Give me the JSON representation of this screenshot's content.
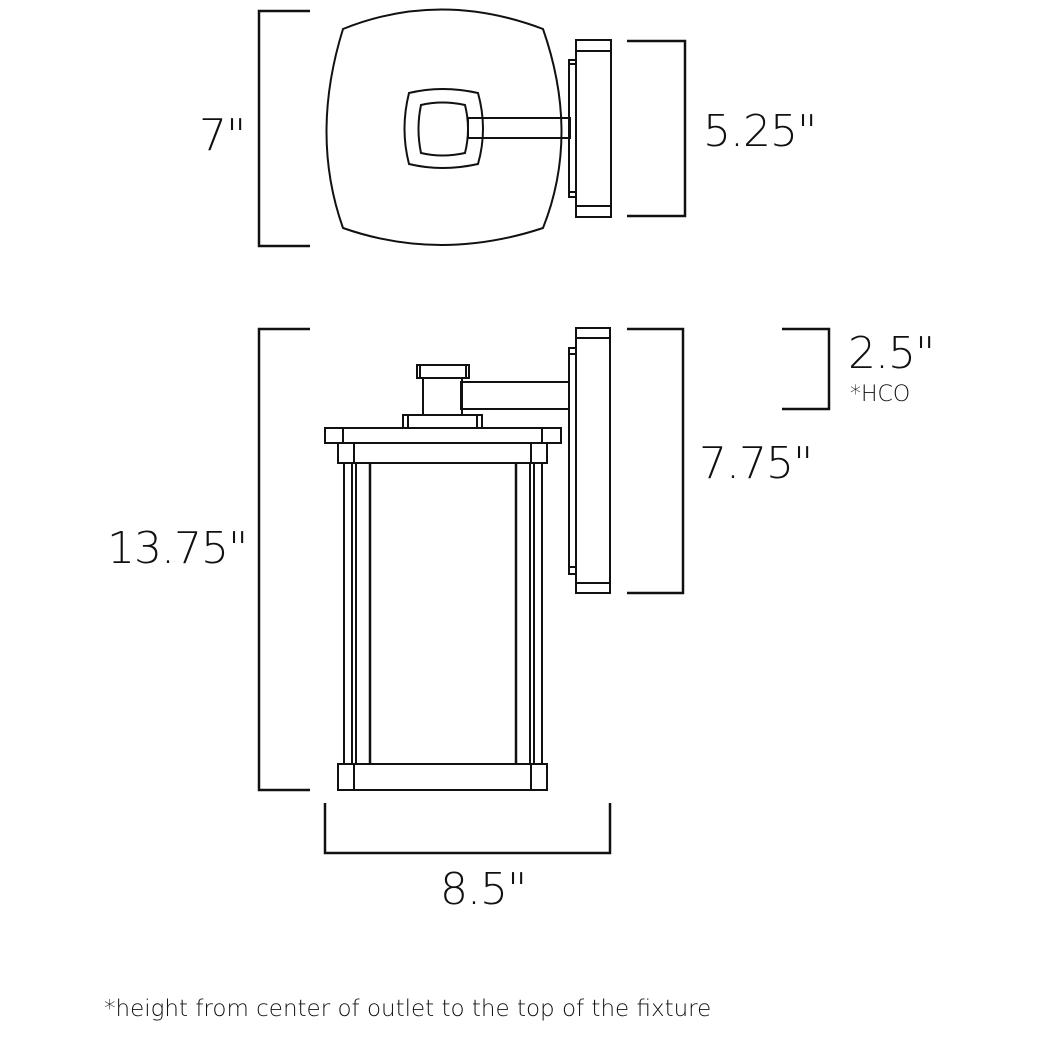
{
  "top_view": {
    "height_label": "7\"",
    "depth_label": "5.25\""
  },
  "side_view": {
    "hco_label": "2.5\"",
    "hco_sub_label": "*HCO",
    "backplate_label": "7.75\"",
    "overall_height_label": "13.75\"",
    "width_label": "8.5\""
  },
  "footnote": "*height from center of outlet to the top of the fixture",
  "colors": {
    "line": "#111111",
    "background": "#ffffff"
  }
}
